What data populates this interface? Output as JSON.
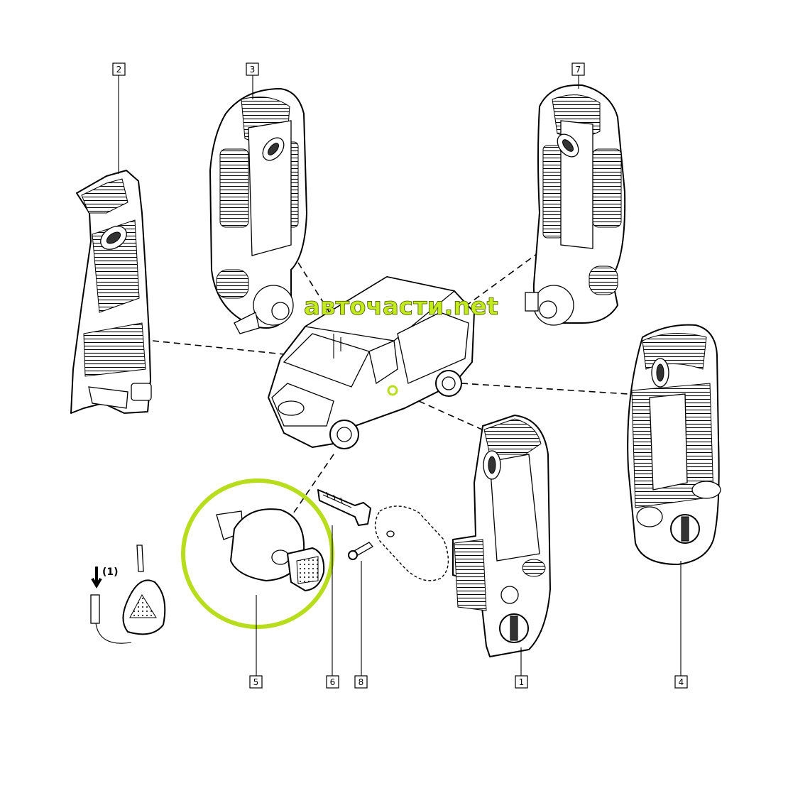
{
  "callouts": {
    "c1": "1",
    "c2": "2",
    "c3": "3",
    "c4": "4",
    "c5": "5",
    "c6": "6",
    "c7": "7",
    "c8": "8"
  },
  "key_note": "(1)",
  "watermark": "авточасти.net",
  "colors": {
    "highlight": "#b7dd1d",
    "watermark": "#c3ea1c",
    "line": "#000000"
  }
}
